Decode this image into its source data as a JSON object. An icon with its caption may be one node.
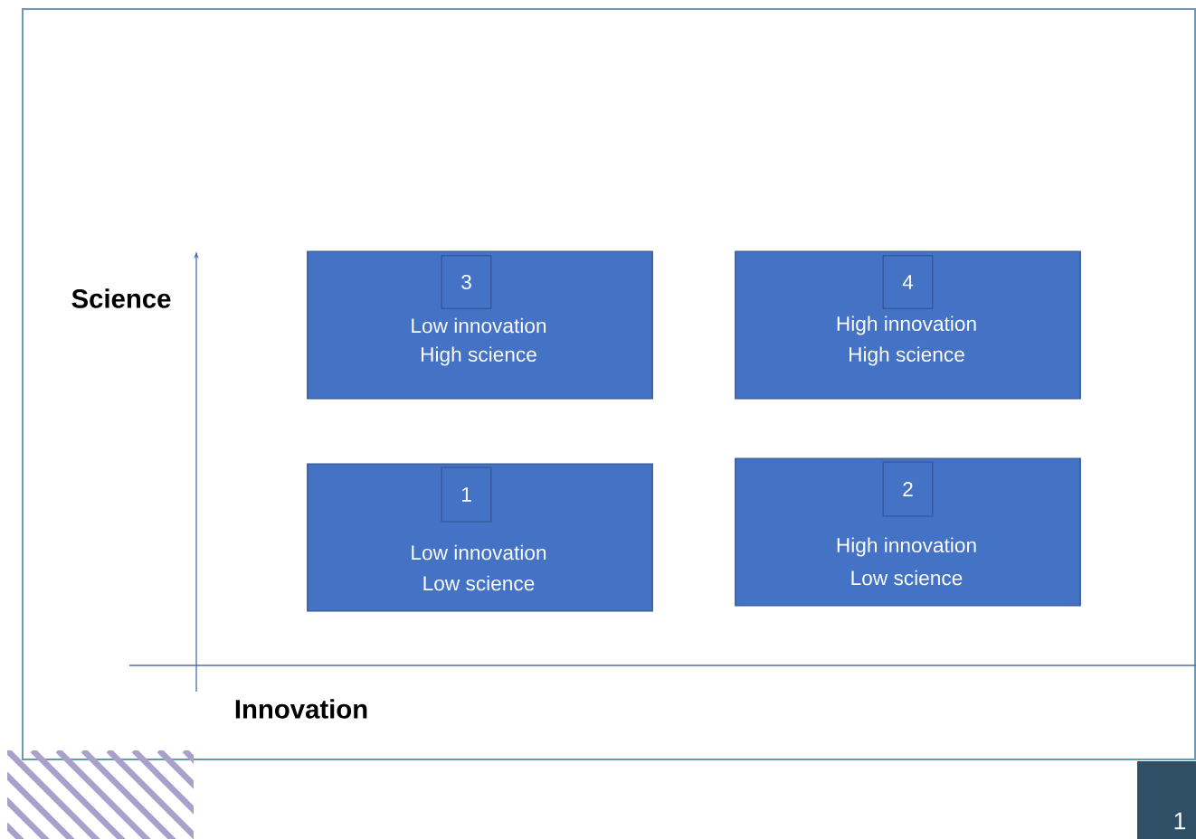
{
  "diagram": {
    "nodes": [
      {
        "text": [
          "Low innovation",
          "High science"
        ]
      },
      {
        "text": [
          "3"
        ],
        "in": 0
      },
      {
        "text": [
          "High innovation",
          "High science"
        ]
      },
      {
        "text": [
          "4"
        ],
        "in": 2
      },
      {
        "text": [
          "Low innovation",
          "Low science"
        ]
      },
      {
        "text": [
          "1"
        ],
        "in": 4
      },
      {
        "text": [
          "High innovation",
          "Low science"
        ]
      },
      {
        "text": [
          "2"
        ],
        "in": 6
      }
    ],
    "labels": [
      "Science",
      "Innovation",
      "1"
    ]
  }
}
